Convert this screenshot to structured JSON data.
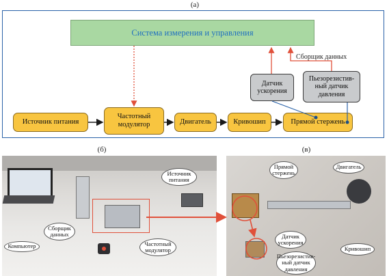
{
  "captions": {
    "a": "(а)",
    "b": "(б)",
    "c": "(в)"
  },
  "diagram": {
    "system": "Система измерения и управления",
    "collector_label": "Сборщик данных",
    "accel_sensor": "Датчик ускорения",
    "piezo_sensor": "Пьезорезистив-ный датчик давления",
    "power_source": "Источник питания",
    "freq_modulator": "Частотный модулятор",
    "motor": "Двигатель",
    "crank": "Кривошип",
    "rod": "Прямой стержень"
  },
  "photo_b": {
    "power": "Источник питания",
    "collector": "Сборщик данных",
    "computer": "Компьютер",
    "freq": "Частотный модулятор"
  },
  "photo_c": {
    "rod": "Прямой стержень",
    "motor": "Двигатель",
    "accel": "Датчик ускорения",
    "piezo": "Пьезорезистив-ный датчик давления",
    "crank": "Кривошип"
  },
  "colors": {
    "frame": "#2a62a8",
    "system_fill": "#a9d8a2",
    "block_fill": "#f8c540",
    "sensor_fill": "#c9cbcd",
    "signal": "#e0503a",
    "accent": "#1f6fbf"
  }
}
